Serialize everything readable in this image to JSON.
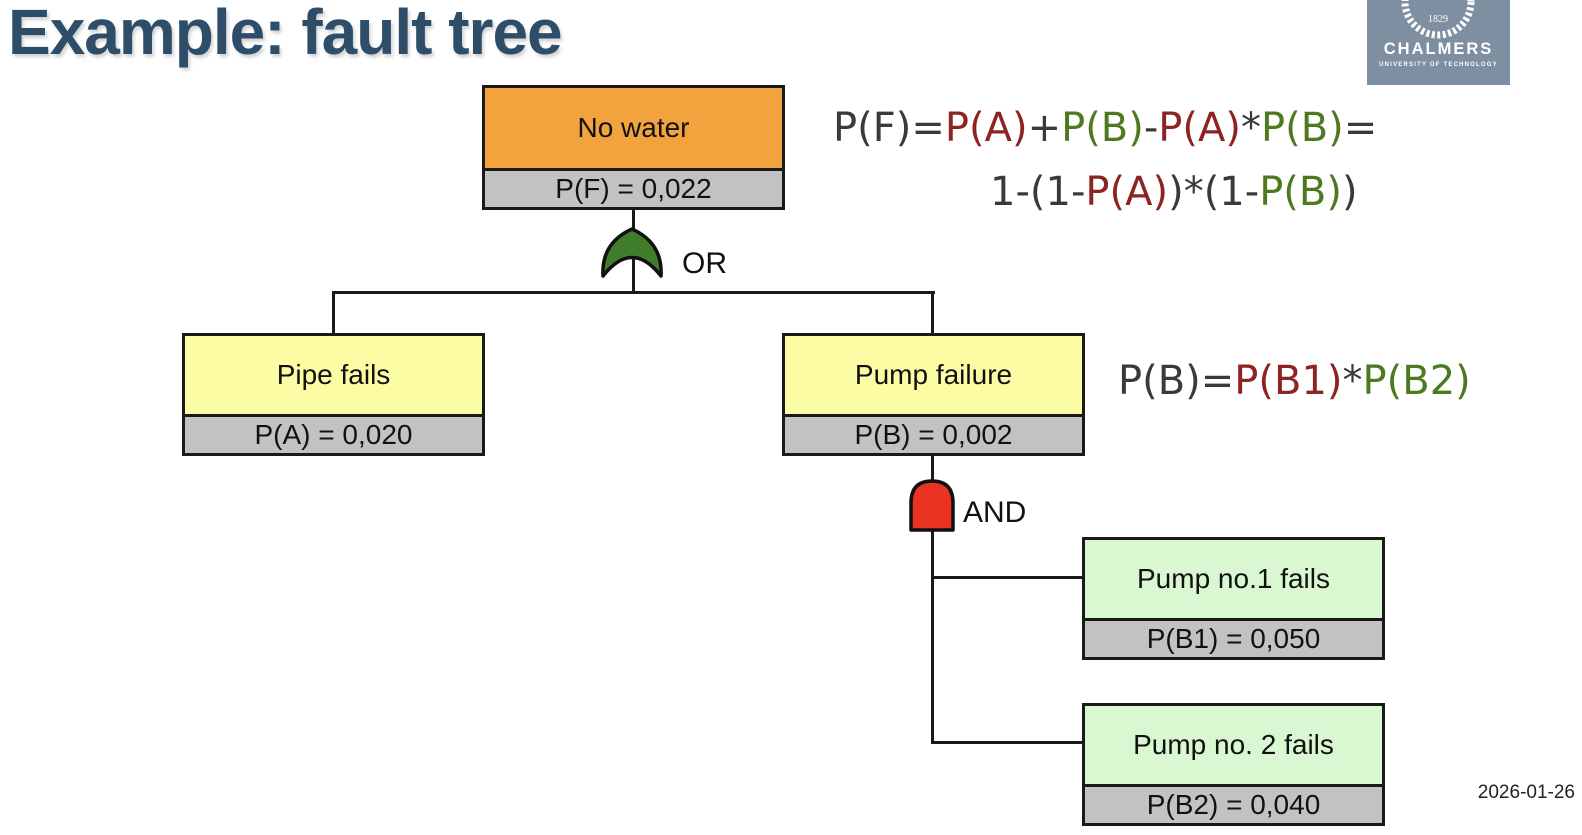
{
  "slide": {
    "title": "Example: fault tree",
    "title_color": "#2e4d68",
    "date": "2026-01-26",
    "background": "#ffffff"
  },
  "logo": {
    "wordmark": "CHALMERS",
    "subtitle": "UNIVERSITY OF TECHNOLOGY",
    "seal_year": "1829",
    "bg_color": "#7e8fa2"
  },
  "palette": {
    "black": "#3a3a3a",
    "red": "#8b2422",
    "green": "#4e7a1f",
    "line": "#1a1a1a",
    "value_bg": "#c2c2c2"
  },
  "tree": {
    "nodes": [
      {
        "id": "no-water",
        "label": "No water",
        "value": "P(F) = 0,022",
        "fill": "#f2a33e"
      },
      {
        "id": "pipe-fails",
        "label": "Pipe fails",
        "value": "P(A) = 0,020",
        "fill": "#fcfca5"
      },
      {
        "id": "pump-failure",
        "label": "Pump failure",
        "value": "P(B) = 0,002",
        "fill": "#fcfca5"
      },
      {
        "id": "pump-no1-fails",
        "label": "Pump no.1 fails",
        "value": "P(B1) = 0,050",
        "fill": "#d9f8d2"
      },
      {
        "id": "pump-no2-fails",
        "label": "Pump no. 2 fails",
        "value": "P(B2) = 0,040",
        "fill": "#d9f8d2"
      }
    ],
    "gates": [
      {
        "type": "or",
        "label": "OR",
        "fill": "#3f7d2b"
      },
      {
        "type": "and",
        "label": "AND",
        "fill": "#ea3323"
      }
    ]
  },
  "formulas": {
    "f1_line1": [
      {
        "t": "P(F)=",
        "c": "black"
      },
      {
        "t": "P(A)",
        "c": "red"
      },
      {
        "t": "+",
        "c": "black"
      },
      {
        "t": "P(B)",
        "c": "green"
      },
      {
        "t": "-",
        "c": "black"
      },
      {
        "t": "P(A)",
        "c": "red"
      },
      {
        "t": "*",
        "c": "black"
      },
      {
        "t": "P(B)",
        "c": "green"
      },
      {
        "t": "=",
        "c": "black"
      }
    ],
    "f1_line2": [
      {
        "t": "1-(1-",
        "c": "black"
      },
      {
        "t": "P(A)",
        "c": "red"
      },
      {
        "t": ")",
        "c": "black"
      },
      {
        "t": "*(1-",
        "c": "black"
      },
      {
        "t": "P(B)",
        "c": "green"
      },
      {
        "t": ")",
        "c": "black"
      }
    ],
    "f2": [
      {
        "t": "P(B)=",
        "c": "black"
      },
      {
        "t": "P(B1)",
        "c": "red"
      },
      {
        "t": "*",
        "c": "black"
      },
      {
        "t": "P(B2)",
        "c": "green"
      }
    ]
  }
}
